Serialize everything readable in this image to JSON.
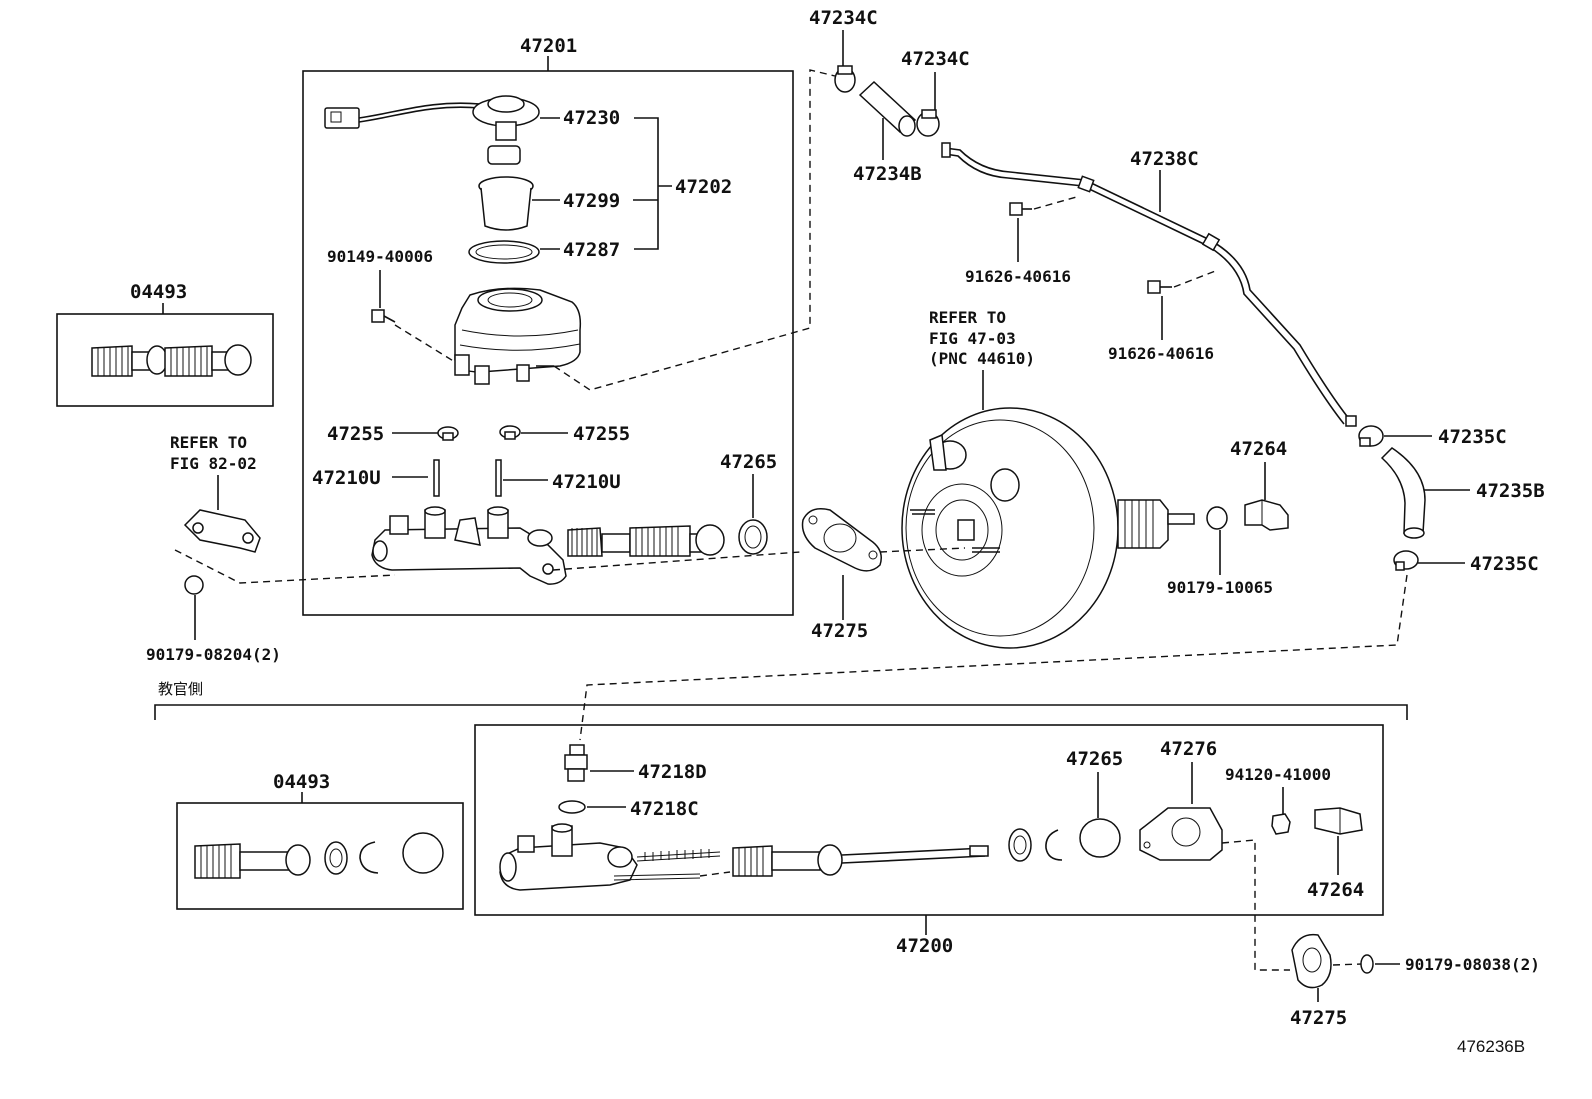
{
  "labels": {
    "p47201": "47201",
    "p47230": "47230",
    "p47202": "47202",
    "p47299": "47299",
    "p47287": "47287",
    "p90149": "90149-40006",
    "p04493_top": "04493",
    "p47255_l": "47255",
    "p47255_r": "47255",
    "p47210U_l": "47210U",
    "p47210U_r": "47210U",
    "p47265_top": "47265",
    "refer82_l1": "REFER TO",
    "refer82_l2": "FIG 82-02",
    "p90179_08204": "90179-08204(2)",
    "p47275_top": "47275",
    "p47234C_a": "47234C",
    "p47234C_b": "47234C",
    "p47234B": "47234B",
    "p47238C": "47238C",
    "p91626_a": "91626-40616",
    "p91626_b": "91626-40616",
    "refer47_l1": "REFER TO",
    "refer47_l2": "FIG 47-03",
    "refer47_l3": "(PNC 44610)",
    "p47264_top": "47264",
    "p90179_10065": "90179-10065",
    "p47235C_a": "47235C",
    "p47235B": "47235B",
    "p47235C_b": "47235C",
    "jp_note": "教官側",
    "p04493_bot": "04493",
    "p47218D": "47218D",
    "p47218C": "47218C",
    "p47265_bot": "47265",
    "p47276": "47276",
    "p94120": "94120-41000",
    "p47264_bot": "47264",
    "p47200": "47200",
    "p90179_08038": "90179-08038(2)",
    "p47275_bot": "47275",
    "fig_code": "476236B"
  }
}
